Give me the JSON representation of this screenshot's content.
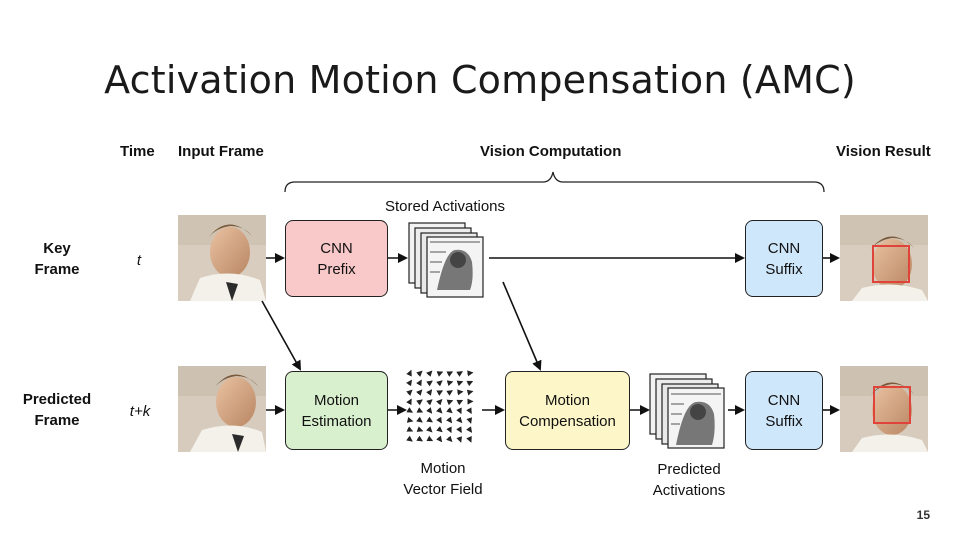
{
  "title": "Activation Motion Compensation (AMC)",
  "headers": {
    "time": "Time",
    "input_frame": "Input Frame",
    "vision_computation": "Vision Computation",
    "vision_result": "Vision Result"
  },
  "stored_activations": "Stored Activations",
  "rows": {
    "key_frame": {
      "label": "Key\nFrame",
      "time": "t"
    },
    "predicted_frame": {
      "label": "Predicted\nFrame",
      "time": "t+k"
    }
  },
  "boxes": {
    "cnn_prefix": "CNN\nPrefix",
    "cnn_suffix_top": "CNN\nSuffix",
    "motion_estimation": "Motion\nEstimation",
    "motion_compensation": "Motion\nCompensation",
    "cnn_suffix_bottom": "CNN\nSuffix"
  },
  "captions": {
    "motion_vector_field": "Motion\nVector Field",
    "predicted_activations": "Predicted\nActivations"
  },
  "page_number": "15",
  "colors": {
    "prefix": "#f9c9c9",
    "suffix": "#cfe7fb",
    "motion_estimation": "#d9f0cf",
    "motion_compensation": "#fdf6c8",
    "face_box": "#e0433a"
  }
}
